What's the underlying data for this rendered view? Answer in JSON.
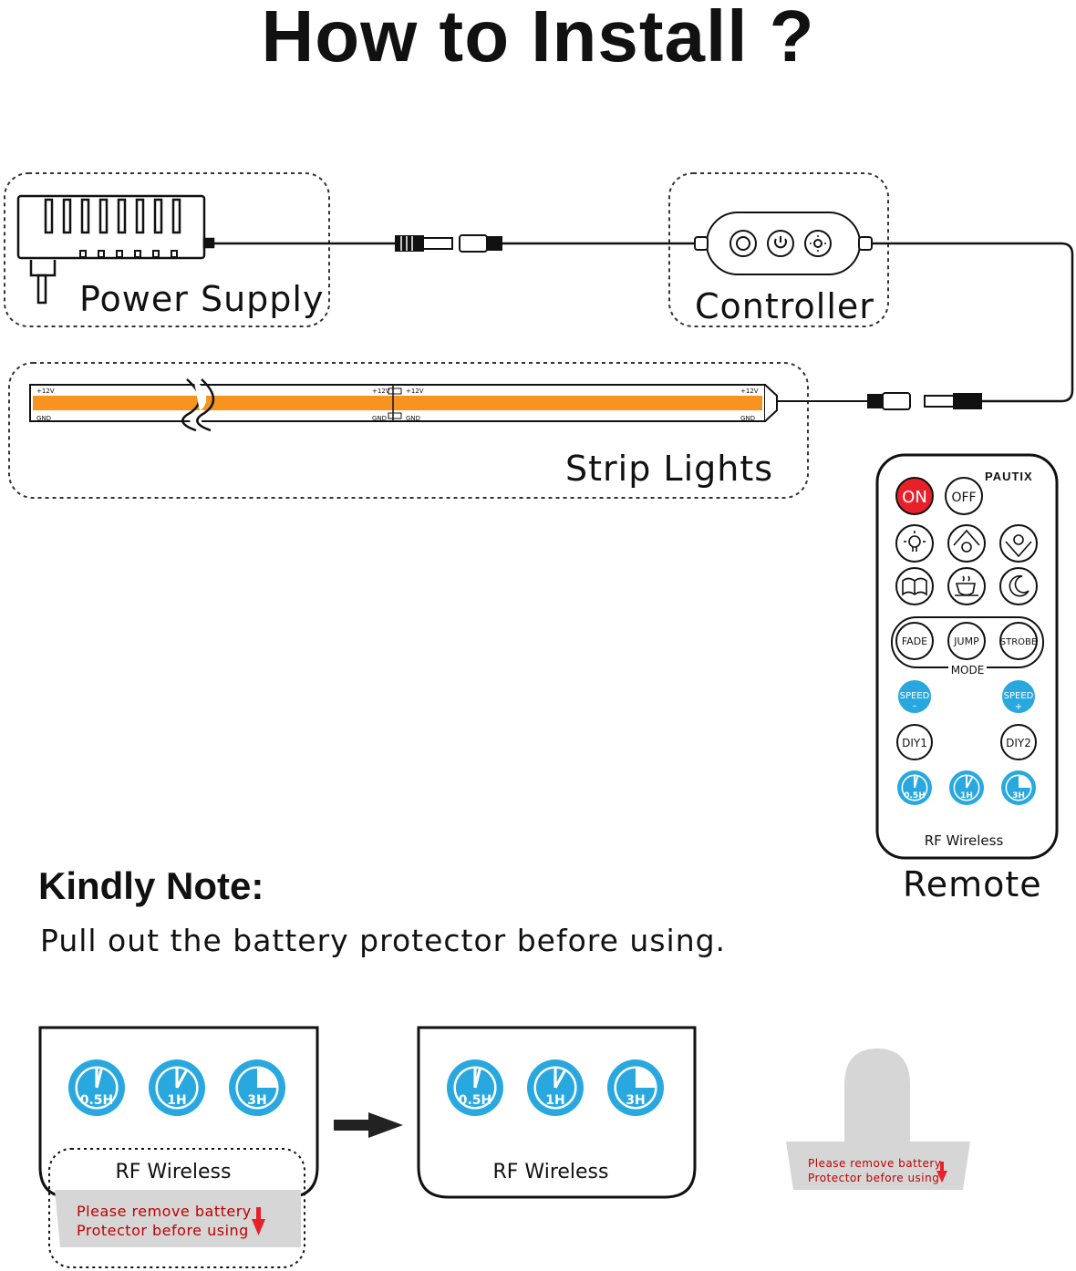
{
  "title": "How to Install ?",
  "labels": {
    "power_supply": "Power Supply",
    "controller": "Controller",
    "strip_lights": "Strip Lights",
    "remote": "Remote"
  },
  "strip": {
    "pos": "+12V",
    "gnd": "GND",
    "color": "#f7931e"
  },
  "remote": {
    "brand": "PAUTIX",
    "on": "ON",
    "off": "OFF",
    "mode_buttons": [
      "FADE",
      "JUMP",
      "STROBE"
    ],
    "mode_label": "MODE",
    "speed_minus": "SPEED",
    "speed_minus_sign": "–",
    "speed_plus": "SPEED",
    "speed_plus_sign": "+",
    "diy1": "DIY1",
    "diy2": "DIY2",
    "timers": [
      "0.5H",
      "1H",
      "3H"
    ],
    "rf": "RF Wireless"
  },
  "note": {
    "heading": "Kindly Note:",
    "body": "Pull out the battery protector before using."
  },
  "steps": {
    "timers": [
      "0.5H",
      "1H",
      "3H"
    ],
    "rf": "RF Wireless",
    "tab_line1": "Please remove battery",
    "tab_line2": "Protector before using"
  },
  "colors": {
    "accent_blue": "#29a8e0",
    "on_red": "#e8202a",
    "warning_red": "#c00000",
    "tab_gray": "#d6d6d6"
  }
}
